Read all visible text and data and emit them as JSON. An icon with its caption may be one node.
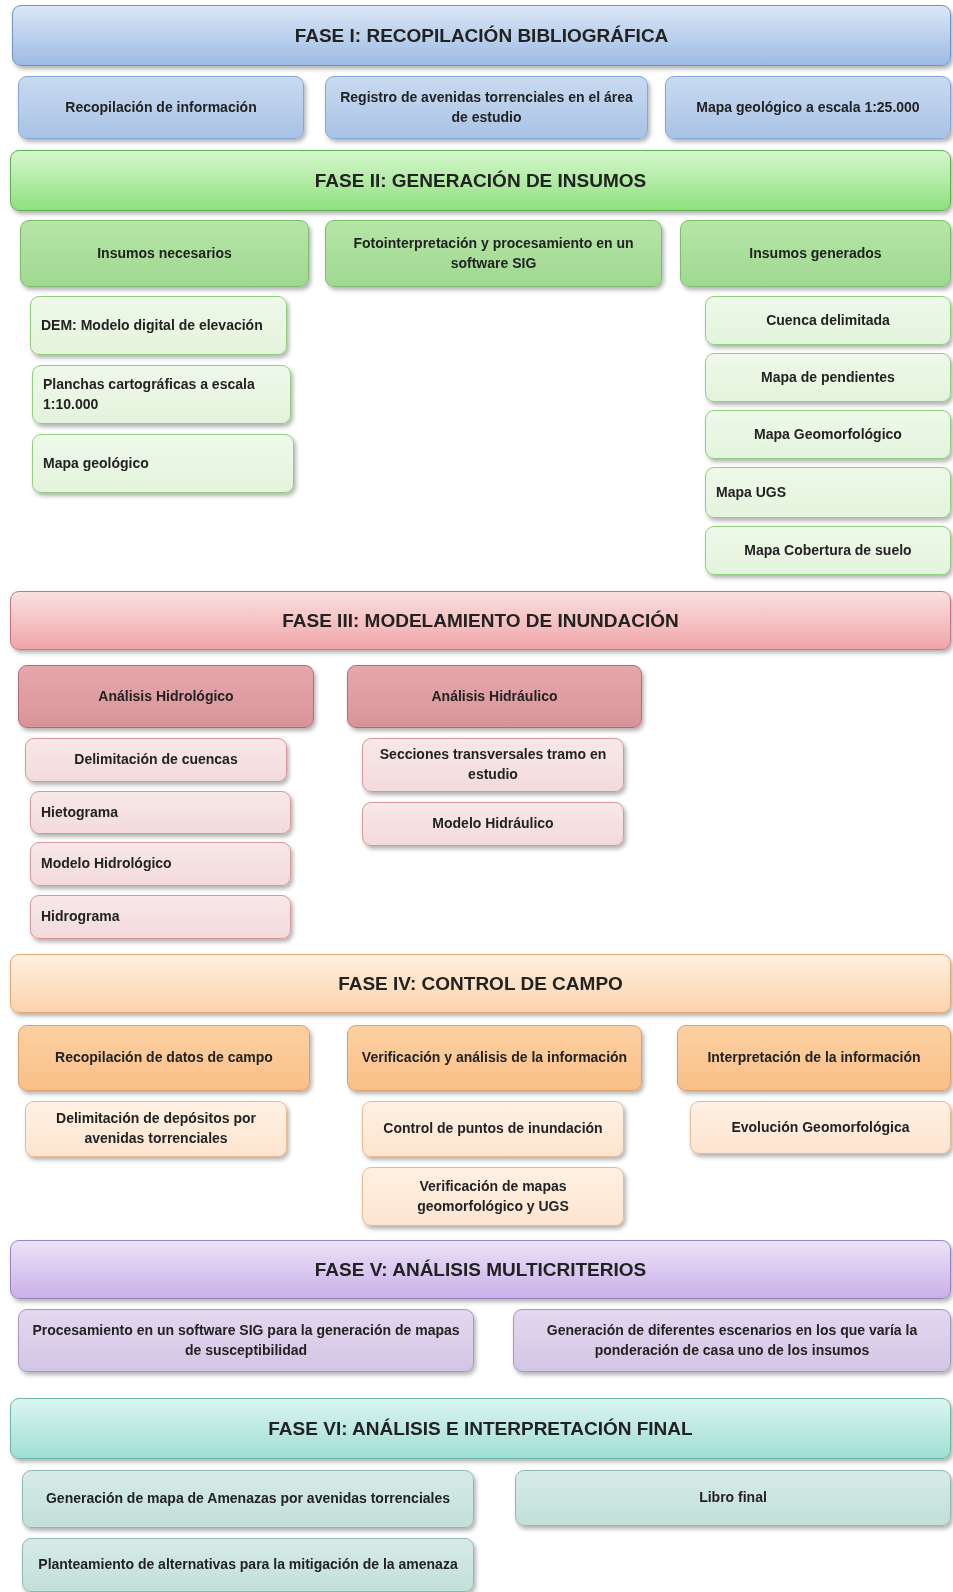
{
  "diagram": {
    "nodes": [
      {
        "text": [
          "FASE I: RECOPILACIÓN BIBLIOGRÁFICA"
        ]
      },
      {
        "text": [
          "Recopilación de información"
        ]
      },
      {
        "text": [
          "Registro de avenidas torrenciales en el área de estudio"
        ]
      },
      {
        "text": [
          "Mapa geológico a escala 1:25.000"
        ]
      },
      {
        "text": [
          "FASE II: GENERACIÓN DE INSUMOS"
        ]
      },
      {
        "text": [
          "Insumos necesarios"
        ]
      },
      {
        "text": [
          "Fotointerpretación y procesamiento en un software SIG"
        ]
      },
      {
        "text": [
          "Insumos generados"
        ]
      },
      {
        "text": [
          "DEM: Modelo digital de elevación"
        ]
      },
      {
        "text": [
          "Planchas cartográficas a escala 1:10.000"
        ]
      },
      {
        "text": [
          "Mapa geológico"
        ]
      },
      {
        "text": [
          "Cuenca delimitada"
        ]
      },
      {
        "text": [
          "Mapa de pendientes"
        ]
      },
      {
        "text": [
          "Mapa Geomorfológico"
        ]
      },
      {
        "text": [
          "Mapa UGS"
        ]
      },
      {
        "text": [
          "Mapa Cobertura de suelo"
        ]
      },
      {
        "text": [
          "FASE III: MODELAMIENTO DE INUNDACIÓN"
        ]
      },
      {
        "text": [
          "Análisis Hidrológico"
        ]
      },
      {
        "text": [
          "Análisis Hidráulico"
        ]
      },
      {
        "text": [
          "Delimitación de cuencas"
        ]
      },
      {
        "text": [
          "Hietograma"
        ]
      },
      {
        "text": [
          "Modelo Hidrológico"
        ]
      },
      {
        "text": [
          "Hidrograma"
        ]
      },
      {
        "text": [
          "Secciones transversales tramo en estudio"
        ]
      },
      {
        "text": [
          "Modelo Hidráulico"
        ]
      },
      {
        "text": [
          "FASE IV: CONTROL DE CAMPO"
        ]
      },
      {
        "text": [
          "Recopilación de datos de campo"
        ]
      },
      {
        "text": [
          "Verificación y análisis de la información"
        ]
      },
      {
        "text": [
          "Interpretación de la información"
        ]
      },
      {
        "text": [
          "Delimitación de depósitos por avenidas torrenciales"
        ]
      },
      {
        "text": [
          "Control de puntos de inundación"
        ]
      },
      {
        "text": [
          "Verificación de mapas geomorfológico y UGS"
        ]
      },
      {
        "text": [
          "Evolución Geomorfológica"
        ]
      },
      {
        "text": [
          "FASE V: ANÁLISIS MULTICRITERIOS"
        ]
      },
      {
        "text": [
          "Procesamiento en un software SIG para la generación de mapas de susceptibilidad"
        ]
      },
      {
        "text": [
          "Generación de diferentes escenarios en los que varía la ponderación de casa uno de los insumos"
        ]
      },
      {
        "text": [
          "FASE VI: ANÁLISIS E INTERPRETACIÓN FINAL"
        ]
      },
      {
        "text": [
          "Generación de mapa de Amenazas por avenidas torrenciales"
        ]
      },
      {
        "text": [
          "Libro final"
        ]
      },
      {
        "text": [
          "Planteamiento de alternativas para la mitigación de la amenaza"
        ]
      }
    ],
    "edges": []
  }
}
